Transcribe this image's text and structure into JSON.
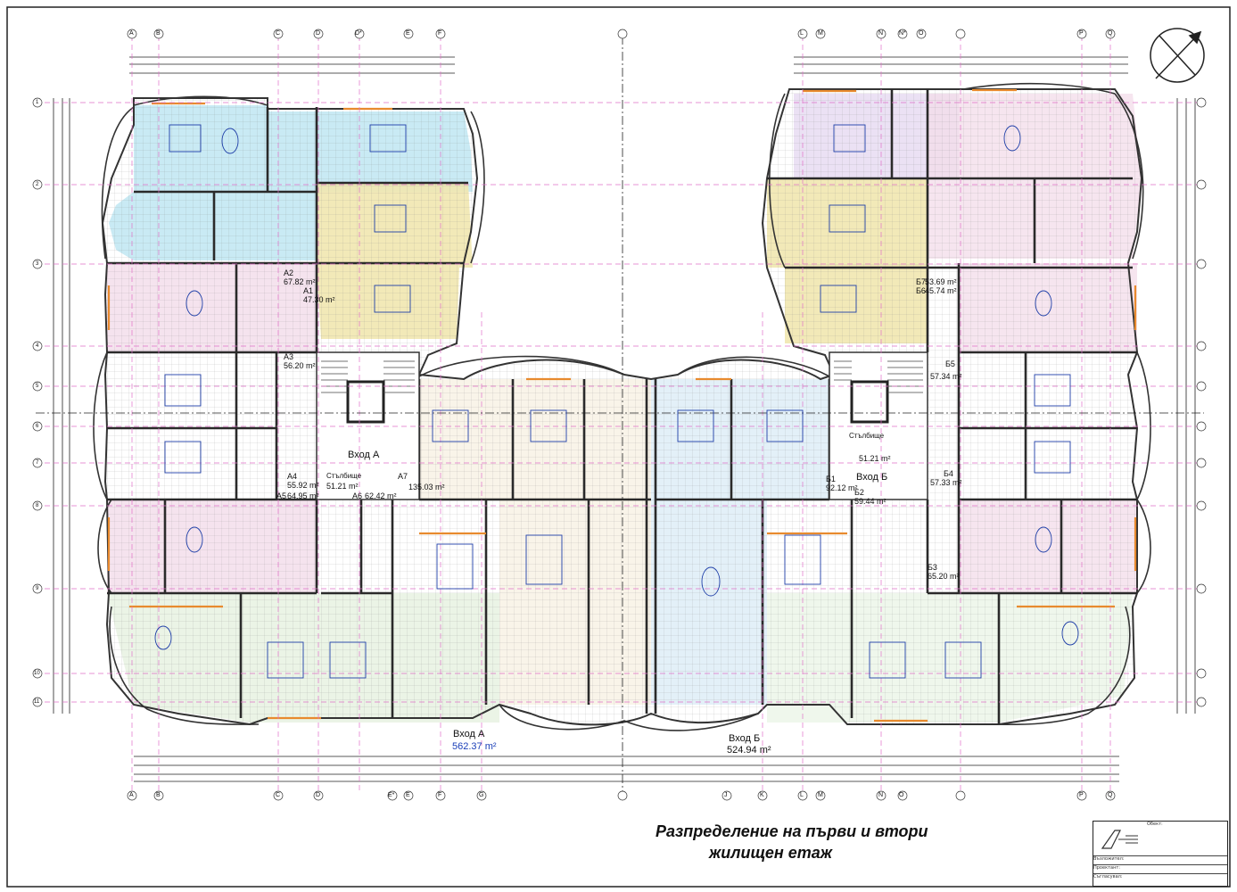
{
  "title": {
    "line1": "Разпределение на първи и втори",
    "line2": "жилищен етаж"
  },
  "entrances": {
    "a_upper": "Вход А",
    "b_upper": "Вход Б",
    "a_lower": "Вход А",
    "b_lower": "Вход Б",
    "a_total": "562.37 m²",
    "b_total": "524.94 m²"
  },
  "stair_labels": {
    "a": "Стълбище",
    "b": "Стълбище"
  },
  "apartments_a": [
    {
      "name": "А2",
      "area": "67.82 m²"
    },
    {
      "name": "А1",
      "area": "47.30 m²"
    },
    {
      "name": "А3",
      "area": "56.20 m²"
    },
    {
      "name": "А4",
      "area": "55.92 m²"
    },
    {
      "name": "А5",
      "area": "64.95 m²"
    },
    {
      "name": "А6",
      "area": "62.42 m²"
    },
    {
      "name": "А7",
      "area": "135.03 m²"
    }
  ],
  "stair_areas": {
    "a": "51.21 m²",
    "b": "51.21 m²"
  },
  "apartments_b": [
    {
      "name": "Б1",
      "area": "92.12 m²"
    },
    {
      "name": "Б2",
      "area": "59.44 m²"
    },
    {
      "name": "Б3",
      "area": "65.20 m²"
    },
    {
      "name": "Б4",
      "area": "57.33 m²"
    },
    {
      "name": "Б5",
      "area": "57.34 m²"
    },
    {
      "name": "Б6",
      "area": "45.74 m²"
    },
    {
      "name": "Б7",
      "area": "53.69 m²"
    }
  ],
  "grid_axes": {
    "top_left": [
      "A",
      "B",
      "C",
      "D",
      "D*",
      "E",
      "F"
    ],
    "top_right": [
      "L",
      "M",
      "N",
      "N*",
      "O",
      "P",
      "Q"
    ],
    "bottom_left": [
      "A",
      "B",
      "C",
      "D",
      "E*",
      "E",
      "F",
      "G"
    ],
    "bottom_right": [
      "J",
      "K",
      "L",
      "M",
      "N",
      "O",
      "P",
      "Q"
    ],
    "rows": [
      "1",
      "2",
      "3",
      "4",
      "5",
      "6",
      "7",
      "8",
      "9",
      "10",
      "11"
    ]
  },
  "colors": {
    "blue_zone": "#bfe6f2",
    "yellow_zone": "#f1e7b0",
    "pink_zone": "#f3dcea",
    "lilac_zone": "#e8dcf2",
    "green_zone": "#e2f0dc",
    "grid_magenta": "#e070c8",
    "wall": "#333333",
    "orange_window": "#e88a2e"
  },
  "title_block": {
    "rows": [
      "Възложител:",
      "Обект:",
      "Проектант:",
      "Съгласувал:"
    ]
  }
}
